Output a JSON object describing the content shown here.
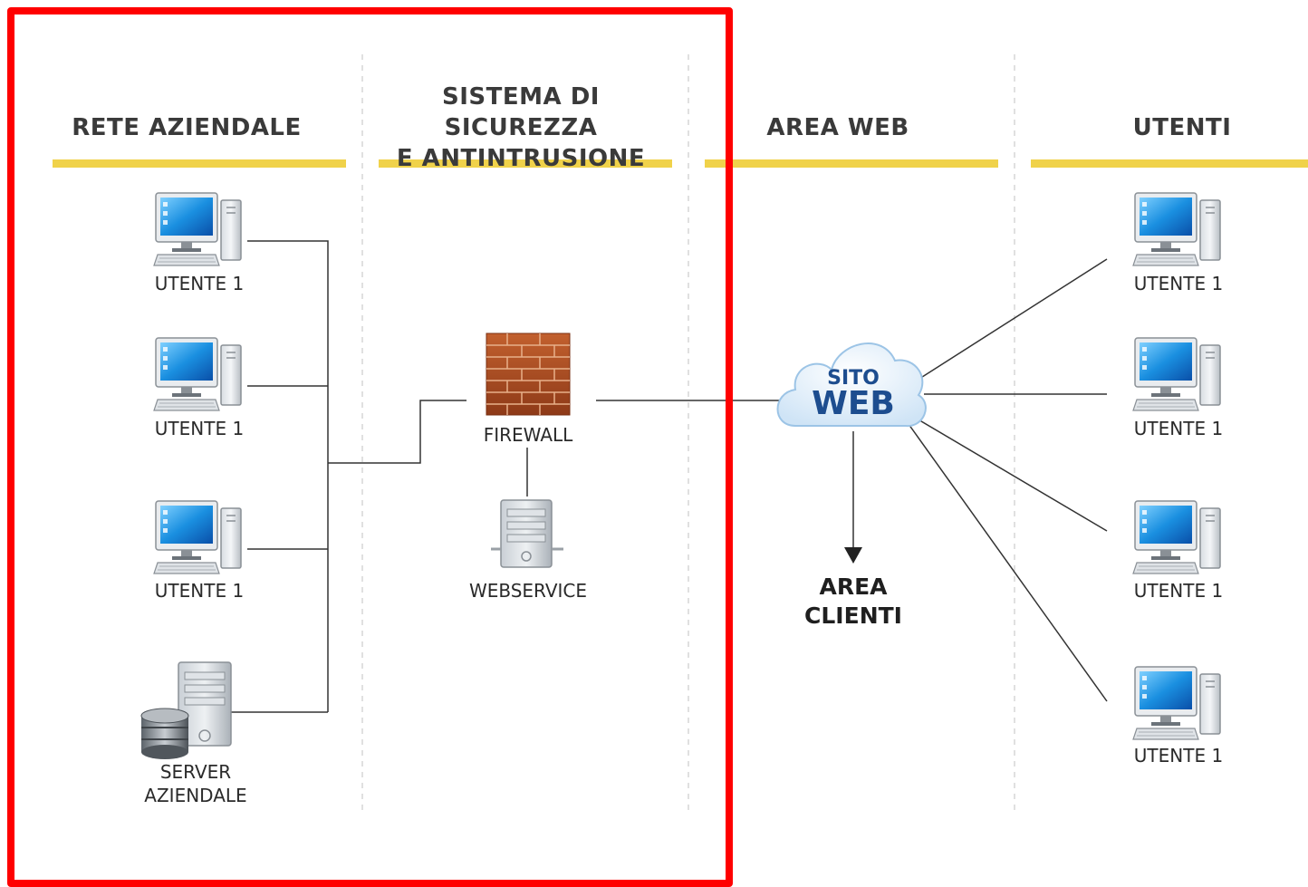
{
  "columns": [
    {
      "title": "RETE AZIENDALE"
    },
    {
      "title_line1": "SISTEMA DI SICUREZZA",
      "title_line2": "E ANTINTRUSIONE"
    },
    {
      "title": "AREA WEB"
    },
    {
      "title": "UTENTI"
    }
  ],
  "left_nodes": {
    "user1": "UTENTE 1",
    "user2": "UTENTE 1",
    "user3": "UTENTE 1",
    "server_line1": "SERVER",
    "server_line2": "AZIENDALE"
  },
  "security_nodes": {
    "firewall": "FIREWALL",
    "webservice": "WEBSERVICE"
  },
  "web_nodes": {
    "cloud_line1": "SITO",
    "cloud_line2": "WEB",
    "clients_line1": "AREA",
    "clients_line2": "CLIENTI"
  },
  "right_nodes": {
    "user1": "UTENTE 1",
    "user2": "UTENTE 1",
    "user3": "UTENTE 1",
    "user4": "UTENTE 1"
  },
  "colors": {
    "header_bar": "#f0d24a",
    "highlight_frame": "#ff0000",
    "cloud_text": "#1d4d8f"
  }
}
